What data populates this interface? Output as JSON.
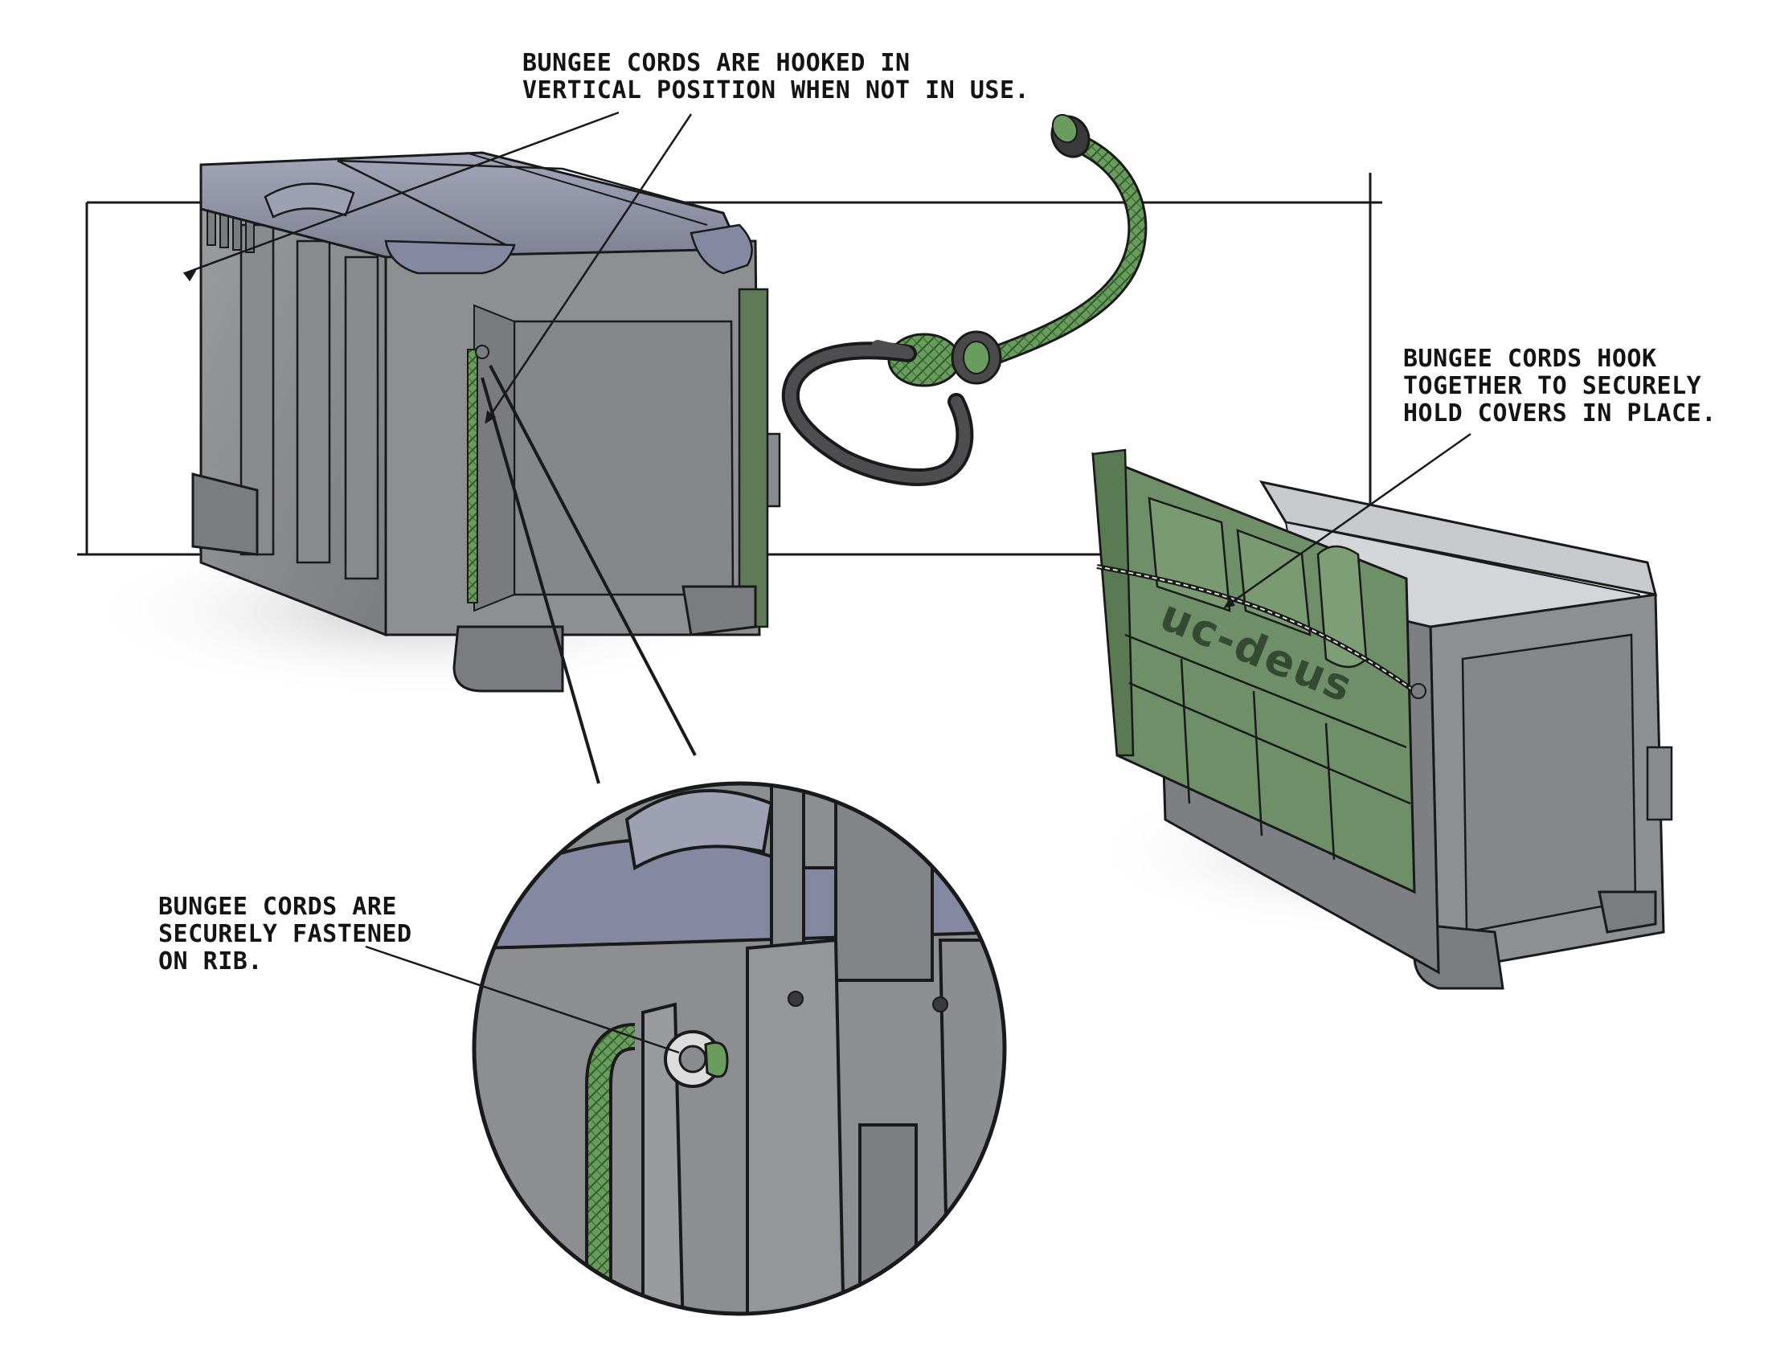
{
  "annotations": {
    "vertical_hook": [
      "BUNGEE CORDS ARE HOOKED IN",
      "VERTICAL POSITION WHEN NOT IN USE."
    ],
    "hook_together": [
      "BUNGEE CORDS HOOK",
      "TOGETHER TO SECURELY",
      "HOLD COVERS IN PLACE."
    ],
    "fastened_rib": [
      "BUNGEE CORDS ARE",
      "SECURELY FASTENED",
      "ON RIB."
    ]
  },
  "logo": "uc-deus",
  "colors": {
    "body_gray": "#8c8d91",
    "lid_blue_gray": "#8e91a3",
    "cover_green": "#6f8f68",
    "cord_green": "#5f8f55",
    "line": "#1a1a1a"
  }
}
